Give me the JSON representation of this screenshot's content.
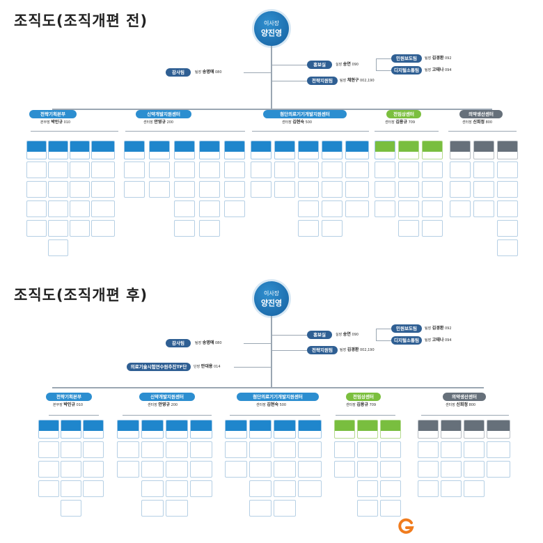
{
  "before": {
    "title": "조직도(조직개편 전)",
    "ceo": {
      "title": "이사장",
      "name": "양진영"
    },
    "direct": [
      {
        "name": "홍보실",
        "role": "실장",
        "person": "송연",
        "no": "090"
      },
      {
        "name": "민원보도팀",
        "role": "팀장",
        "person": "김경환",
        "no": "092"
      },
      {
        "name": "디지털소통팀",
        "role": "팀장",
        "person": "고태나",
        "no": "094"
      },
      {
        "name": "감사팀",
        "role": "팀장",
        "person": "송명애",
        "no": "080"
      },
      {
        "name": "전략지원팀",
        "role": "팀장",
        "person": "채현구",
        "no": "002,190"
      }
    ],
    "divisions": [
      {
        "name": "전략기획본부",
        "role": "본부장",
        "person": "박민규",
        "no": "010"
      },
      {
        "name": "신약개발지원센터",
        "role": "센터장",
        "person": "안영규",
        "no": "200"
      },
      {
        "name": "첨단의료기기개발지원센터",
        "role": "센터장",
        "person": "김현숙",
        "no": "500"
      },
      {
        "name": "전임상센터",
        "role": "센터장",
        "person": "김용규",
        "no": "709"
      },
      {
        "name": "의약생산센터",
        "role": "센터장",
        "person": "신희정",
        "no": "800"
      }
    ]
  },
  "after": {
    "title": "조직도(조직개편 후)",
    "ceo": {
      "title": "이사장",
      "name": "양진영"
    },
    "direct": [
      {
        "name": "홍보실",
        "role": "실장",
        "person": "송연",
        "no": "090"
      },
      {
        "name": "민원보도팀",
        "role": "팀장",
        "person": "김경환",
        "no": "092"
      },
      {
        "name": "디지털소통팀",
        "role": "팀장",
        "person": "고태나",
        "no": "094"
      },
      {
        "name": "감사팀",
        "role": "팀장",
        "person": "송명애",
        "no": "080"
      },
      {
        "name": "전략지원팀",
        "role": "팀장",
        "person": "김경환",
        "no": "002,190"
      }
    ],
    "tf": {
      "name": "의료기술시험연수원추진TF단",
      "role": "단장",
      "person": "안대용",
      "no": "014"
    },
    "divisions": [
      {
        "name": "전략기획본부",
        "role": "본부장",
        "person": "박민규",
        "no": "010"
      },
      {
        "name": "신약개발지원센터",
        "role": "센터장",
        "person": "안영규",
        "no": "200"
      },
      {
        "name": "첨단의료기기개발지원센터",
        "role": "센터장",
        "person": "김현숙",
        "no": "500"
      },
      {
        "name": "전임상센터",
        "role": "센터장",
        "person": "김용규",
        "no": "709"
      },
      {
        "name": "의약생산센터",
        "role": "센터장",
        "person": "신희정",
        "no": "800"
      }
    ]
  },
  "colors": {
    "blue": "#2c8ed0",
    "navy": "#2f5f93",
    "green": "#7bbf3e",
    "gray": "#66707a"
  },
  "logo_icon": "brand-logo-icon"
}
